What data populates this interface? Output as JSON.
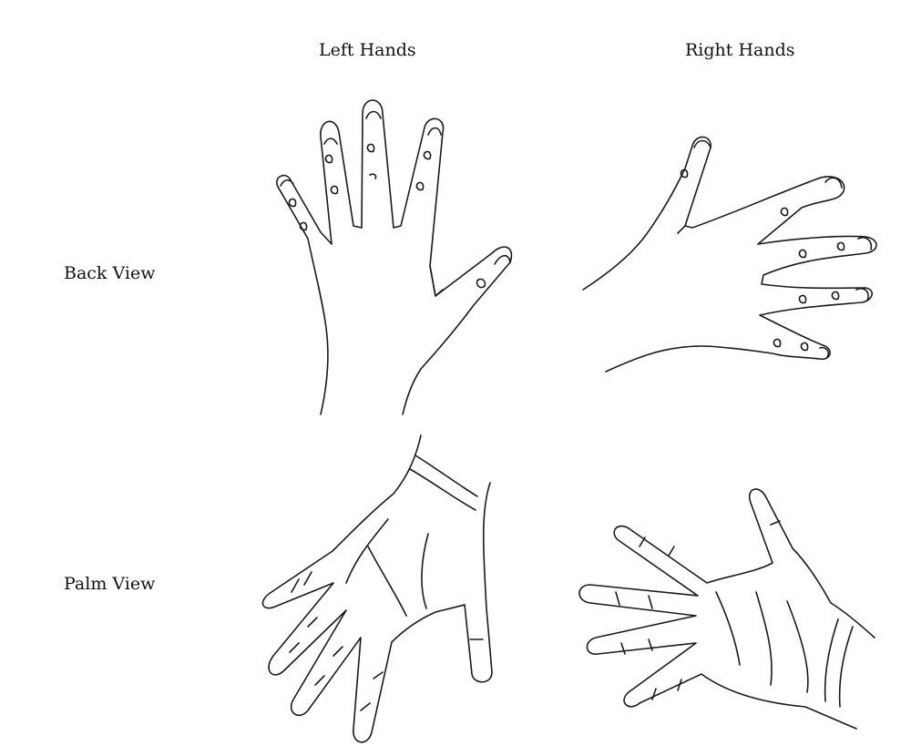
{
  "columns": {
    "left": "Left Hands",
    "right": "Right Hands"
  },
  "rows": {
    "back": "Back View",
    "palm": "Palm View"
  },
  "figures": [
    {
      "name": "left-hand-back",
      "view": "Back View",
      "hand": "Left Hands"
    },
    {
      "name": "right-hand-back",
      "view": "Back View",
      "hand": "Right Hands"
    },
    {
      "name": "left-hand-palm",
      "view": "Palm View",
      "hand": "Left Hands"
    },
    {
      "name": "right-hand-palm",
      "view": "Palm View",
      "hand": "Right Hands"
    }
  ],
  "colors": {
    "ink": "#1a1a1a",
    "background": "#ffffff"
  }
}
